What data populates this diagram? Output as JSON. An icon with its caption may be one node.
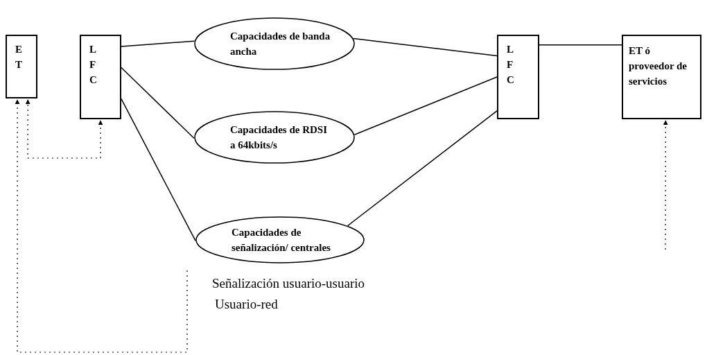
{
  "diagram": {
    "nodes": [
      {
        "text": [
          "E T"
        ]
      },
      {
        "text": [
          "L F C"
        ]
      },
      {
        "text": [
          "Capacidades de banda ancha"
        ]
      },
      {
        "text": [
          "Capacidades de RDSI a 64kbits/s"
        ]
      },
      {
        "text": [
          "Capacidades de señalización/ centrales"
        ]
      },
      {
        "text": [
          "L F C"
        ]
      },
      {
        "text": [
          "ET ó proveedor de servicios"
        ]
      }
    ],
    "edges": [
      {
        "from": 1,
        "to": 2,
        "arrow": "none"
      },
      {
        "from": 1,
        "to": 3,
        "arrow": "none"
      },
      {
        "from": 1,
        "to": 4,
        "arrow": "none"
      },
      {
        "from": 2,
        "to": 5,
        "arrow": "none"
      },
      {
        "from": 3,
        "to": 5,
        "arrow": "none"
      },
      {
        "from": 4,
        "to": 5,
        "arrow": "none"
      },
      {
        "from": 5,
        "to": 6,
        "arrow": "none"
      },
      {
        "from": 0,
        "to": 1,
        "arrow": "both",
        "style": "dashed"
      },
      {
        "from": null,
        "to": 0,
        "arrow": "to",
        "style": "dashed"
      },
      {
        "from": null,
        "to": 6,
        "arrow": "to",
        "style": "dashed"
      }
    ],
    "labels": [
      "Señalización usuario-usuario",
      "Usuario-red"
    ]
  }
}
